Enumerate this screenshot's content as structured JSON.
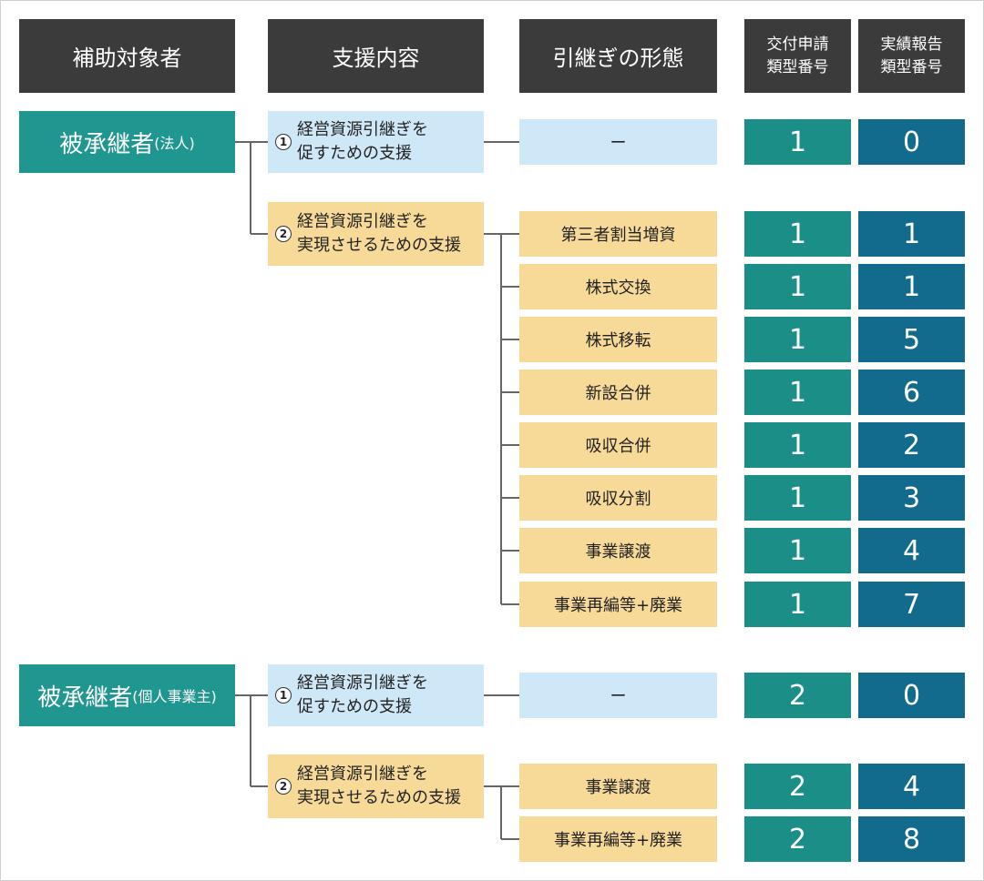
{
  "headers": {
    "subject": "補助対象者",
    "support": "支援内容",
    "form": "引継ぎの形態",
    "grant_line1": "交付申請",
    "grant_line2": "類型番号",
    "report_line1": "実績報告",
    "report_line2": "類型番号"
  },
  "groups": [
    {
      "subject_main": "被承継者",
      "subject_paren": "(法人)",
      "support1": {
        "num": "1",
        "line1": "経営資源引継ぎを",
        "line2": "促すための支援"
      },
      "support1_form": "ー",
      "support1_codes": [
        "1",
        "0"
      ],
      "support2": {
        "num": "2",
        "line1": "経営資源引継ぎを",
        "line2": "実現させるための支援"
      },
      "rows": [
        {
          "form": "第三者割当増資",
          "grant": "1",
          "report": "1"
        },
        {
          "form": "株式交換",
          "grant": "1",
          "report": "1"
        },
        {
          "form": "株式移転",
          "grant": "1",
          "report": "5"
        },
        {
          "form": "新設合併",
          "grant": "1",
          "report": "6"
        },
        {
          "form": "吸収合併",
          "grant": "1",
          "report": "2"
        },
        {
          "form": "吸収分割",
          "grant": "1",
          "report": "3"
        },
        {
          "form": "事業譲渡",
          "grant": "1",
          "report": "4"
        },
        {
          "form": "事業再編等+廃業",
          "grant": "1",
          "report": "7"
        }
      ]
    },
    {
      "subject_main": "被承継者",
      "subject_paren": "(個人事業主)",
      "support1": {
        "num": "1",
        "line1": "経営資源引継ぎを",
        "line2": "促すための支援"
      },
      "support1_form": "ー",
      "support1_codes": [
        "2",
        "0"
      ],
      "support2": {
        "num": "2",
        "line1": "経営資源引継ぎを",
        "line2": "実現させるための支援"
      },
      "rows": [
        {
          "form": "事業譲渡",
          "grant": "2",
          "report": "4"
        },
        {
          "form": "事業再編等+廃業",
          "grant": "2",
          "report": "8"
        }
      ]
    }
  ],
  "colors": {
    "header": "#3b3b3b",
    "subject": "#1f9690",
    "support1": "#cfe8f8",
    "support2": "#f7da98",
    "grant": "#1a8e87",
    "report": "#126a8c",
    "line": "#666666"
  }
}
